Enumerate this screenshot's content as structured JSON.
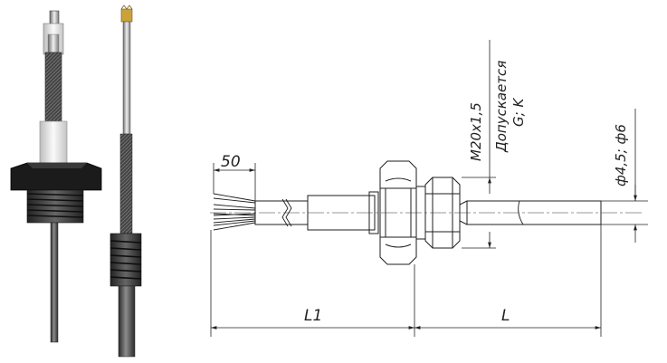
{
  "dimensions": {
    "wire_length": "50",
    "thread": "M20x1,5",
    "note_line1": "Допускается",
    "note_line2": "G; K",
    "diameters": "ф4,5; ф6",
    "l1": "L1",
    "l": "L"
  },
  "colors": {
    "line": "#1e1e1e",
    "dim": "#333333",
    "metal_dark": "#3a3a3a",
    "metal_mid": "#8a8a8a",
    "metal_light": "#d8d8d8",
    "ceramic": "#eeeeee",
    "housing": "#1b1b1b",
    "brass": "#c9a23a"
  }
}
